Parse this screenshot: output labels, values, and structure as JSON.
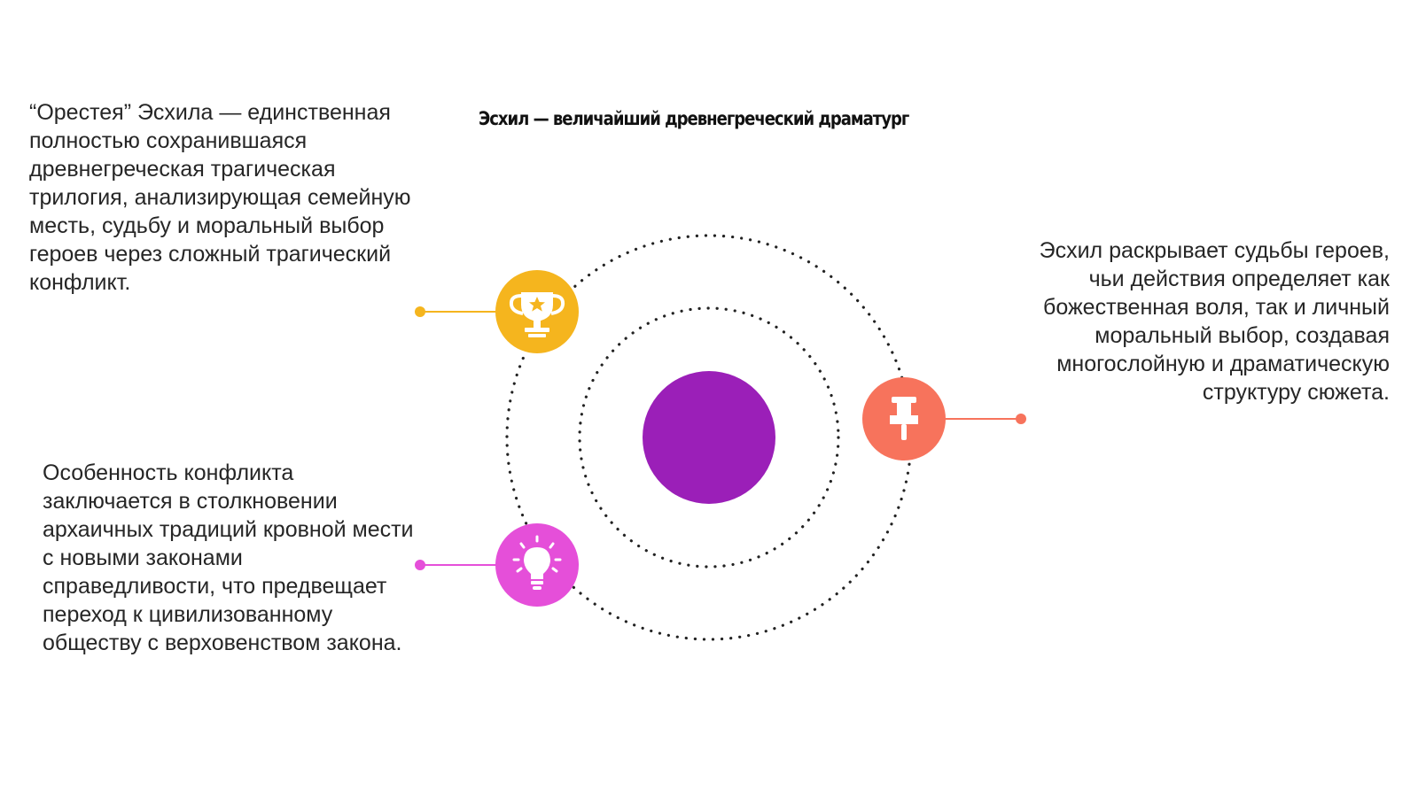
{
  "slide": {
    "title": "Эсхил — величайший древнегреческий драматург",
    "blocks": [
      {
        "text": "“Орестея” Эсхила — единственная полностью сохранившаяся древнегреческая трагическая трилогия, анализирующая семейную месть, судьбу и моральный выбор героев через сложный трагический конфликт.",
        "icon": "trophy-icon",
        "color": "#F5B51E"
      },
      {
        "text": "Эсхил раскрывает судьбы героев, чьи действия определяет как божественная воля, так и личный моральный выбор, создавая многослойную и драматическую структуру сюжета.",
        "icon": "pushpin-icon",
        "color": "#F7735C"
      },
      {
        "text": "Особенность конфликта заключается в столкновении архаичных традиций кровной мести с новыми законами справедливости, что предвещает переход к цивилизованному обществу с верховенством закона.",
        "icon": "lightbulb-icon",
        "color": "#E54FD9"
      }
    ]
  },
  "colors": {
    "center": "#9B1FB8",
    "orbit": "#222222",
    "text": "#262626"
  }
}
